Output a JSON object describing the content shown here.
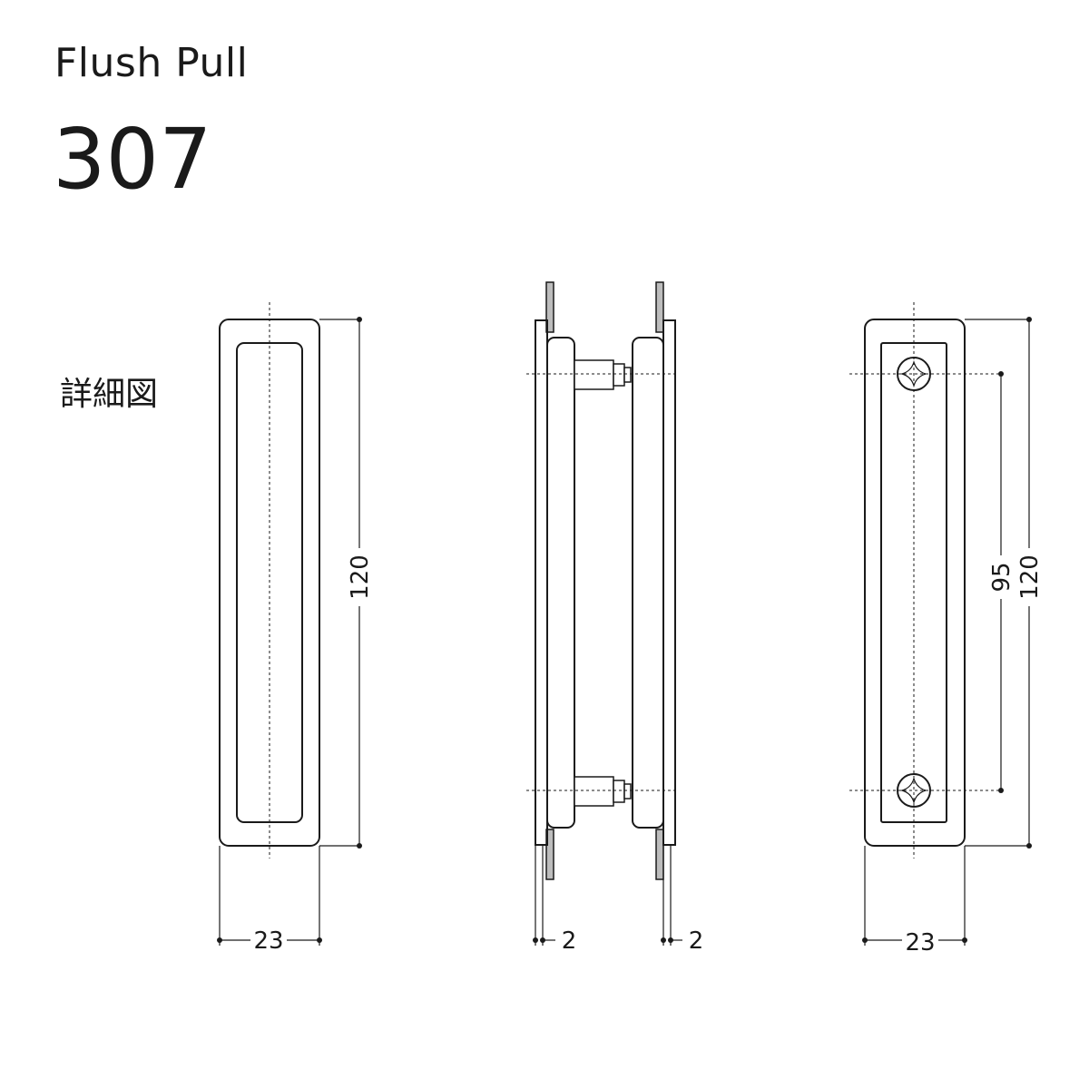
{
  "header": {
    "subtitle": "Flush Pull",
    "model": "307"
  },
  "detail_label": "詳細図",
  "front_view": {
    "height_label": "120",
    "width_label": "23"
  },
  "side_view": {
    "left_plate_label": "2",
    "right_plate_label": "2"
  },
  "back_view": {
    "screw_pitch_label": "95",
    "height_label": "120",
    "width_label": "23"
  }
}
